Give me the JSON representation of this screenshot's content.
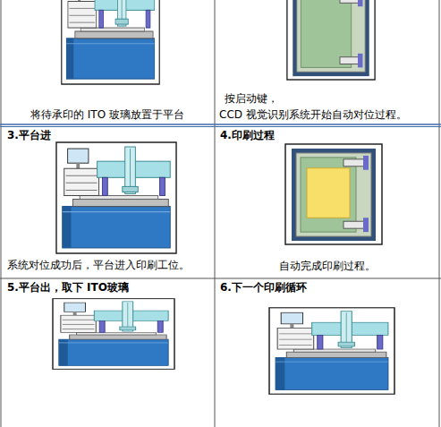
{
  "diagram": {
    "nodes": [
      {
        "text": [
          "将待承印的 ITO 玻璃放置于平台"
        ]
      },
      {
        "text": [
          "按启动键，",
          "CCD 视觉识别系统开始自动对位过程。"
        ]
      },
      {
        "text": [
          "3.平台进",
          "系统对位成功后，平台进入印刷工位。"
        ]
      },
      {
        "text": [
          "4.印刷过程",
          "自动完成印刷过程。"
        ]
      },
      {
        "text": [
          "5.平台出，取下 ITO玻璃"
        ]
      },
      {
        "text": [
          "6.下一个印刷循环"
        ]
      }
    ]
  }
}
